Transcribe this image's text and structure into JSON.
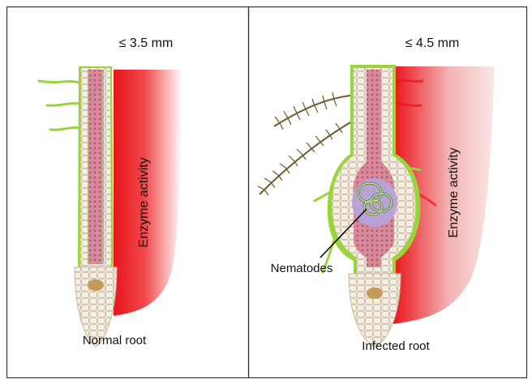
{
  "panels": {
    "left": {
      "length_label": "≤ 3.5 mm",
      "enzyme_label": "Enzyme  activity",
      "caption": "Normal root"
    },
    "right": {
      "length_label": "≤ 4.5 mm",
      "enzyme_label": "Enzyme activity",
      "caption": "Infected root",
      "nematode_label": "Nematodes"
    }
  },
  "colors": {
    "enzyme_red": "#e8151b",
    "epidermis_green": "#9ad43a",
    "vascular_pink": "#c9607a",
    "root_cap": "#c49a5a",
    "nematode_lilac": "#b9a3d6",
    "hair_olive": "#6b5a2c"
  }
}
